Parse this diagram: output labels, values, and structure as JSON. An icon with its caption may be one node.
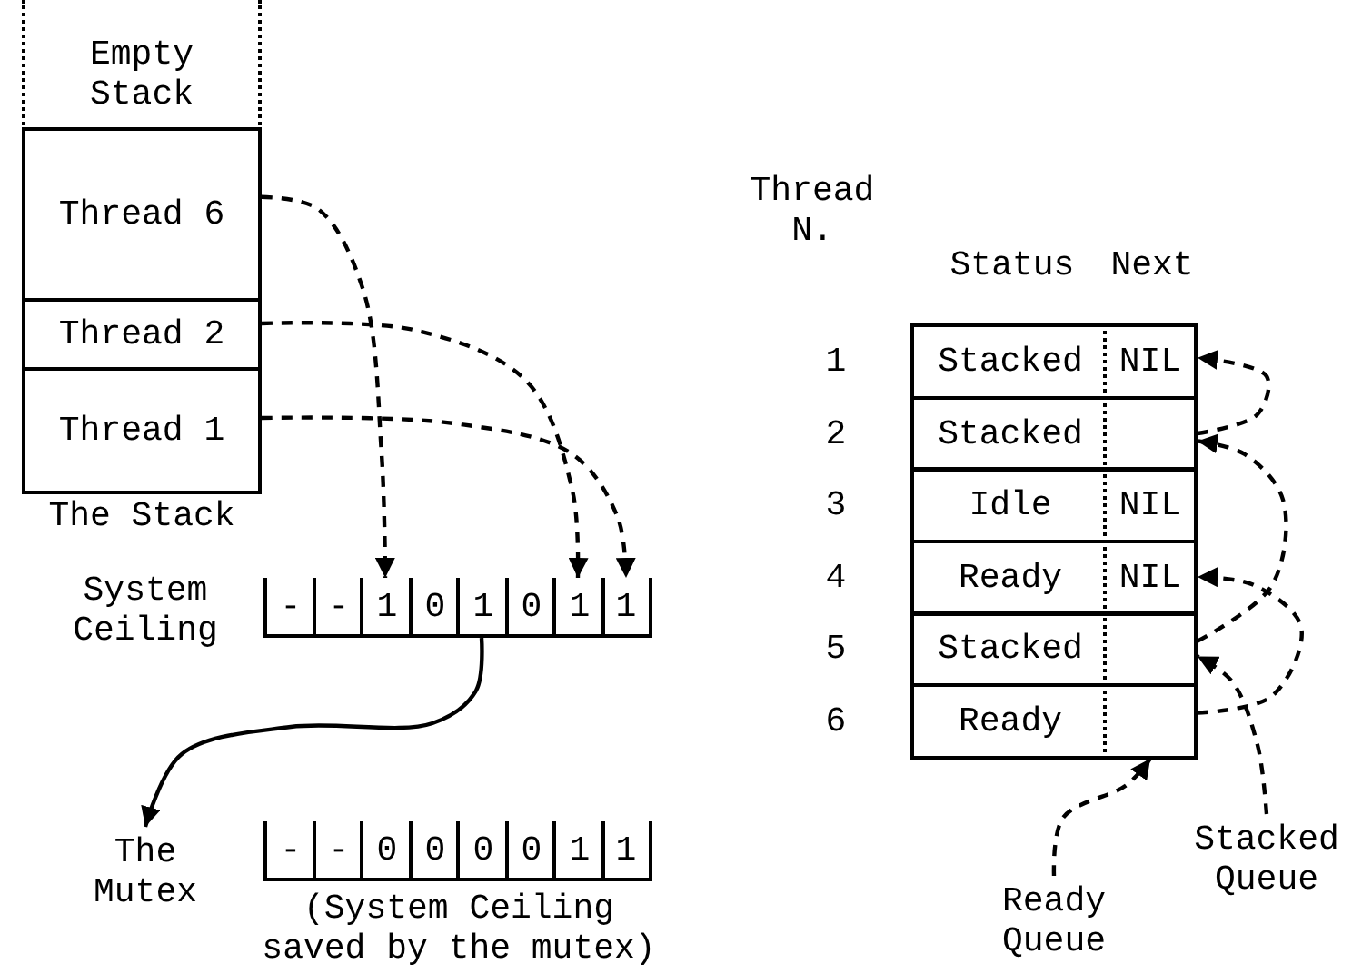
{
  "diagram": {
    "nodes": [
      {
        "text": [
          "Empty Stack"
        ]
      },
      {
        "text": [
          "Thread 6"
        ]
      },
      {
        "text": [
          "Thread 2"
        ]
      },
      {
        "text": [
          "Thread 1"
        ]
      },
      {
        "text": [
          "-"
        ]
      },
      {
        "text": [
          "-"
        ]
      },
      {
        "text": [
          "1"
        ]
      },
      {
        "text": [
          "0"
        ]
      },
      {
        "text": [
          "1"
        ]
      },
      {
        "text": [
          "0"
        ]
      },
      {
        "text": [
          "1"
        ]
      },
      {
        "text": [
          "1"
        ]
      },
      {
        "text": [
          "The Mutex"
        ]
      },
      {
        "text": [
          "-"
        ]
      },
      {
        "text": [
          "-"
        ]
      },
      {
        "text": [
          "0"
        ]
      },
      {
        "text": [
          "0"
        ]
      },
      {
        "text": [
          "0"
        ]
      },
      {
        "text": [
          "0"
        ]
      },
      {
        "text": [
          "1"
        ]
      },
      {
        "text": [
          "1"
        ]
      },
      {
        "text": [
          "Stacked"
        ]
      },
      {
        "text": [
          "NIL"
        ]
      },
      {
        "text": [
          "Stacked"
        ]
      },
      {
        "text": [],
        "shape": "box"
      },
      {
        "text": [
          "Idle"
        ]
      },
      {
        "text": [
          "NIL"
        ]
      },
      {
        "text": [
          "Ready"
        ]
      },
      {
        "text": [
          "NIL"
        ]
      },
      {
        "text": [
          "Stacked"
        ]
      },
      {
        "text": [],
        "shape": "box"
      },
      {
        "text": [
          "Ready"
        ]
      },
      {
        "text": [],
        "shape": "box"
      },
      {
        "text": [
          "Stacked Queue"
        ]
      },
      {
        "text": [
          "Ready Queue"
        ]
      }
    ],
    "edges": [
      {
        "from": 1,
        "to": 6,
        "arrow": "to",
        "style": "dashed"
      },
      {
        "from": 2,
        "to": 10,
        "arrow": "to",
        "style": "dashed"
      },
      {
        "from": 3,
        "to": 11,
        "arrow": "to",
        "style": "dashed"
      },
      {
        "from": 8,
        "to": 12,
        "arrow": "to"
      },
      {
        "from": 24,
        "to": 22,
        "arrow": "to",
        "style": "dashed"
      },
      {
        "from": 30,
        "to": 24,
        "arrow": "to",
        "style": "dashed"
      },
      {
        "from": 32,
        "to": 28,
        "arrow": "to",
        "style": "dashed"
      },
      {
        "from": 33,
        "to": 30,
        "arrow": "to",
        "style": "dashed"
      },
      {
        "from": 34,
        "to": 32,
        "arrow": "to",
        "style": "dashed"
      }
    ],
    "labels": [
      "The Stack",
      "Thread N.",
      "Status",
      "Next",
      "1",
      "2",
      "3",
      "4",
      "5",
      "6",
      "System Ceiling",
      "(System Ceiling saved by the mutex)"
    ]
  }
}
